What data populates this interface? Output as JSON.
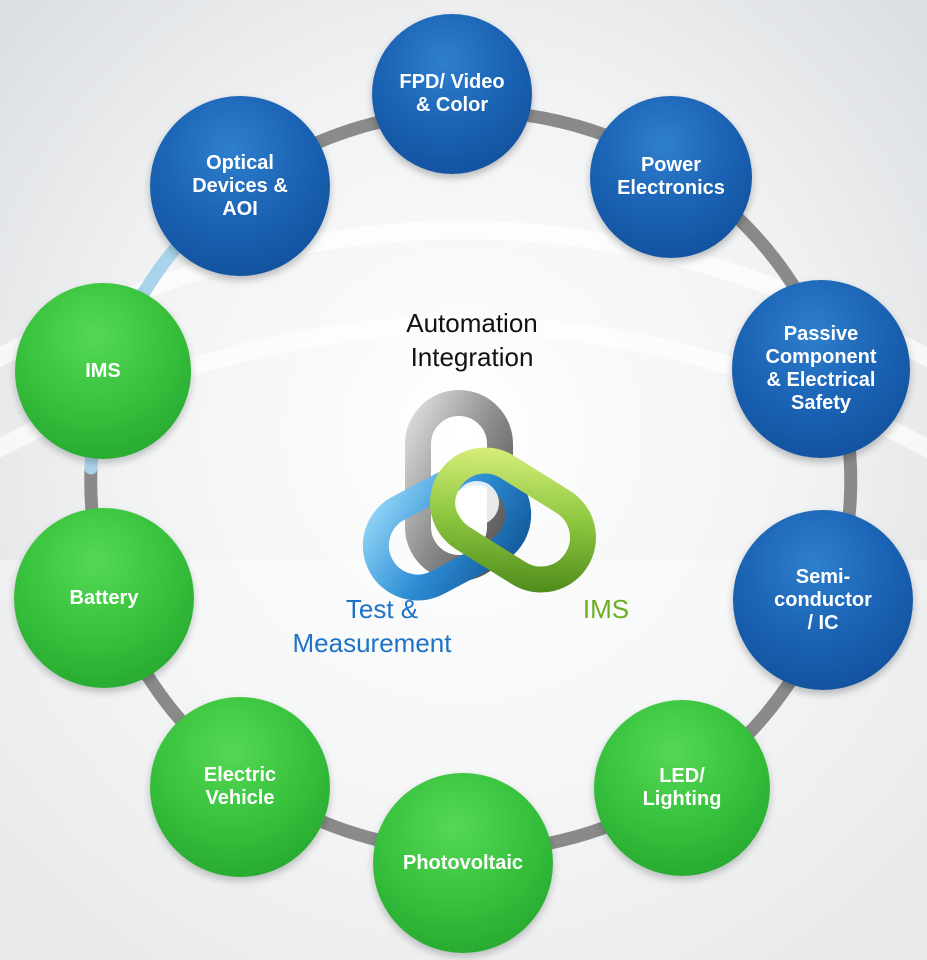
{
  "center": {
    "title_line1": "Automation",
    "title_line2": "Integration",
    "test_line1": "Test &",
    "test_line2": "Measurement",
    "ims": "IMS"
  },
  "colors": {
    "blue_node": "#1b63b4",
    "green_node": "#38c23d",
    "ring_gray": "#8a8a8a",
    "ring_light_blue": "#a9d3ea",
    "test_text": "#1f73c6",
    "ims_text": "#6cae1e",
    "title_text": "#111111"
  },
  "nodes": [
    {
      "lines": [
        "FPD/ Video",
        "& Color"
      ],
      "color": "blue"
    },
    {
      "lines": [
        "Power",
        "Electronics"
      ],
      "color": "blue"
    },
    {
      "lines": [
        "Passive",
        "Component",
        "& Electrical",
        "Safety"
      ],
      "color": "blue"
    },
    {
      "lines": [
        "Semi-",
        "conductor",
        "/ IC"
      ],
      "color": "blue"
    },
    {
      "lines": [
        "LED/",
        "Lighting"
      ],
      "color": "green"
    },
    {
      "lines": [
        "Photovoltaic"
      ],
      "color": "green"
    },
    {
      "lines": [
        "Electric",
        "Vehicle"
      ],
      "color": "green"
    },
    {
      "lines": [
        "Battery"
      ],
      "color": "green"
    },
    {
      "lines": [
        "IMS"
      ],
      "color": "green"
    },
    {
      "lines": [
        "Optical",
        "Devices &",
        "AOI"
      ],
      "color": "blue"
    }
  ]
}
